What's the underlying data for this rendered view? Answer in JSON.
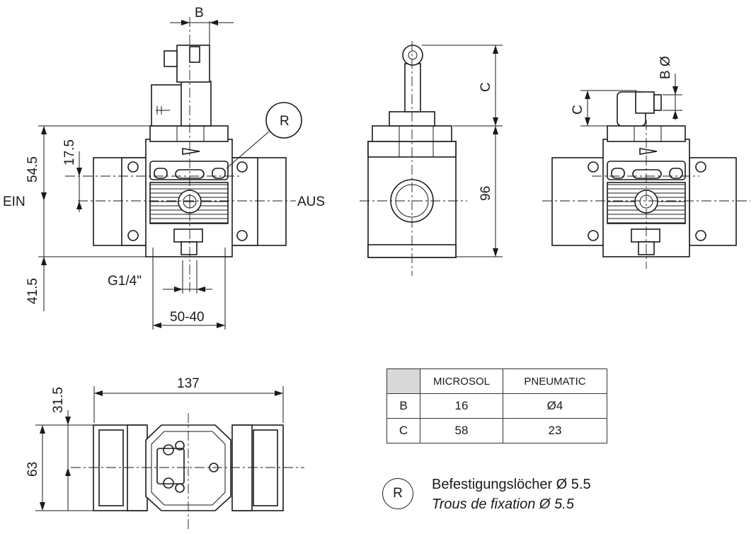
{
  "labels": {
    "ein": "EIN",
    "aus": "AUS",
    "r_marker": "R",
    "b_top": "B",
    "c_middle": "C",
    "c_right": "C",
    "b_dia_right": "B Ø",
    "dim_54_5": "54.5",
    "dim_17_5": "17.5",
    "dim_41_5": "41.5",
    "dim_96": "96",
    "dim_137": "137",
    "dim_31_5": "31.5",
    "dim_63": "63",
    "thread": "G1/4\"",
    "width_range": "50-40"
  },
  "table": {
    "headers": [
      "",
      "MICROSOL",
      "PNEUMATIC"
    ],
    "rows": [
      {
        "label": "B",
        "microsol": "16",
        "pneumatic": "Ø4"
      },
      {
        "label": "C",
        "microsol": "58",
        "pneumatic": "23"
      }
    ]
  },
  "legend": {
    "marker": "R",
    "line1": "Befestigungslöcher Ø 5.5",
    "line2": "Trous de fixation Ø 5.5"
  }
}
